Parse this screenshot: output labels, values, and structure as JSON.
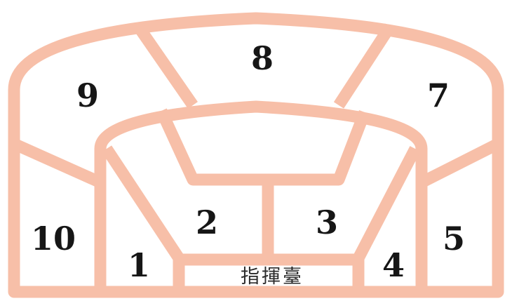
{
  "sections": [
    {
      "id": "section-1",
      "label": "1"
    },
    {
      "id": "section-2",
      "label": "2"
    },
    {
      "id": "section-3",
      "label": "3"
    },
    {
      "id": "section-4",
      "label": "4"
    },
    {
      "id": "section-5",
      "label": "5"
    },
    {
      "id": "section-7",
      "label": "7"
    },
    {
      "id": "section-8",
      "label": "8"
    },
    {
      "id": "section-9",
      "label": "9"
    },
    {
      "id": "section-10",
      "label": "10"
    }
  ],
  "podium": {
    "label": "指揮臺"
  },
  "colors": {
    "wall": "#f7bfa8",
    "text": "#161616",
    "background": "#ffffff"
  }
}
